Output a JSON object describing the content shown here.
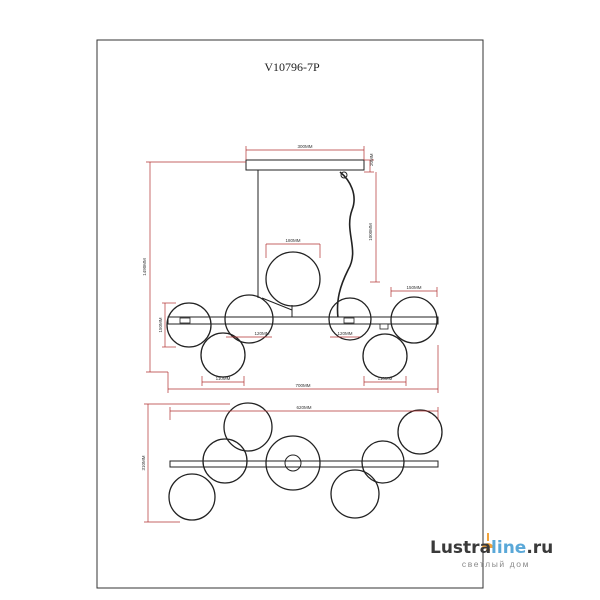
{
  "drawing": {
    "model": "V10796-7P",
    "dimensions": {
      "canopy_width": "300MM",
      "canopy_height": "20MM",
      "cable_drop": "1000MM",
      "total_height": "1490MM",
      "center_globe": "180MM",
      "globe_side": "150MM",
      "globe_inner": "120MM",
      "globe_lower_left": "110MM",
      "globe_lower_right": "110MM",
      "globe_upper_right": "150MM",
      "total_width": "700MM",
      "top_view_width": "620MM",
      "top_view_depth": "310MM"
    }
  },
  "logo": {
    "name_dark": "Lustra",
    "name_accent": "line",
    "name_suffix": ".ru",
    "tagline": "светлый дом",
    "colors": {
      "dark": "#3a3a3a",
      "accent": "#5aa8d8",
      "tagline": "#8a8a8a"
    }
  },
  "colors": {
    "line": "#222222",
    "dimension": "#b03030",
    "frame": "#333333"
  }
}
